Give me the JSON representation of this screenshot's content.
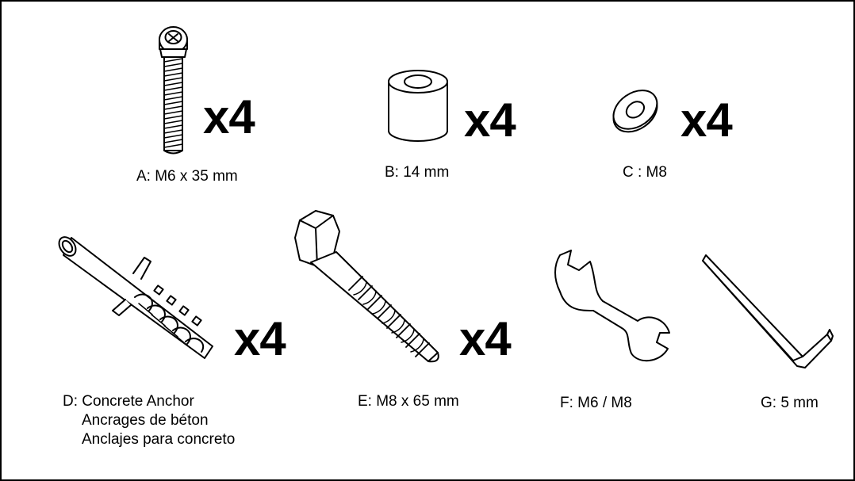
{
  "parts": {
    "a": {
      "label": "A: M6 x 35 mm",
      "quantity": "x4",
      "icon": "pan-head-screw-icon"
    },
    "b": {
      "label": "B: 14 mm",
      "quantity": "x4",
      "icon": "spacer-icon"
    },
    "c": {
      "label": "C : M8",
      "quantity": "x4",
      "icon": "washer-icon"
    },
    "d": {
      "label": "D: Concrete Anchor",
      "label_fr": "Ancrages de béton",
      "label_es": "Anclajes para concreto",
      "quantity": "x4",
      "icon": "concrete-anchor-icon"
    },
    "e": {
      "label": "E: M8 x 65 mm",
      "quantity": "x4",
      "icon": "hex-bolt-icon"
    },
    "f": {
      "label": "F: M6 / M8",
      "icon": "wrench-icon"
    },
    "g": {
      "label": "G: 5 mm",
      "icon": "hex-key-icon"
    }
  }
}
